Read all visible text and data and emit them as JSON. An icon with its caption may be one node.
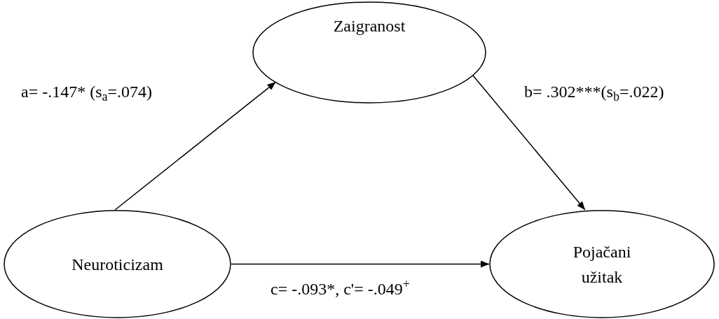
{
  "diagram": {
    "nodes": [
      {
        "text": [
          "Zaigranost"
        ]
      },
      {
        "text": [
          "Neuroticizam"
        ]
      },
      {
        "text": [
          "Pojačani užitak"
        ]
      }
    ],
    "edges": [
      {
        "from": 1,
        "to": 0,
        "arrow": "to",
        "label": "a= -.147* (s$_{a}$=.074)"
      },
      {
        "from": 0,
        "to": 2,
        "arrow": "to",
        "label": "b= .302***(s$_{b}$=.022)"
      },
      {
        "from": 1,
        "to": 2,
        "arrow": "to",
        "label": "c= -.093*, c'= -.049$^{+}$"
      }
    ]
  }
}
